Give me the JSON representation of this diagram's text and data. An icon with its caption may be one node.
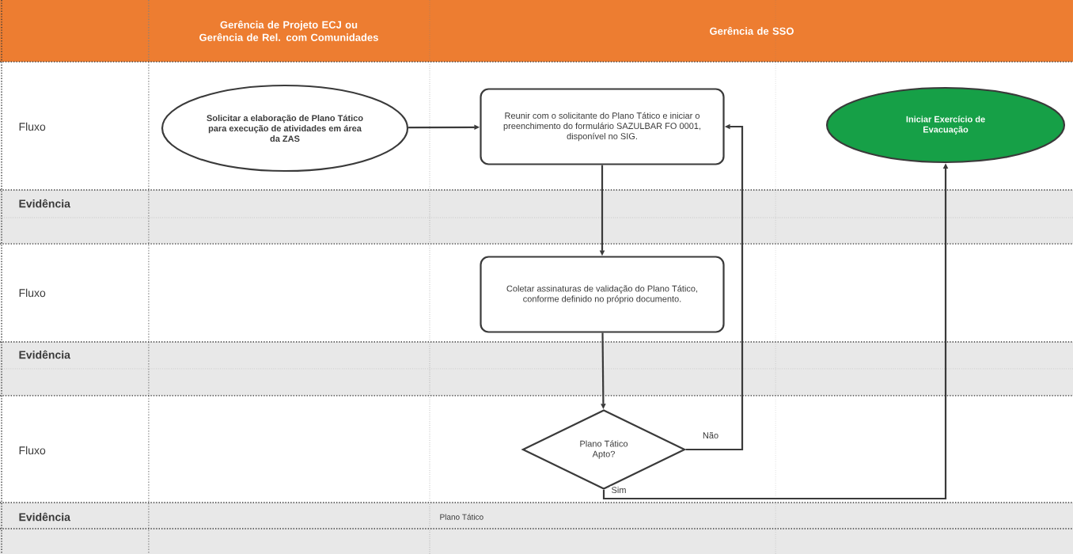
{
  "diagram": {
    "nodes": [
      {
        "text": [
          "Solicitar a elaboração de Plano Tático para execução de atividades em área da ZAS"
        ]
      },
      {
        "text": [
          "Reunir com o solicitante do Plano Tático e iniciar o preenchimento do formulário SAZULBAR FO 0001, disponível no SIG."
        ]
      },
      {
        "text": [
          "Iniciar Exercício de Evacuação"
        ]
      },
      {
        "text": [
          "Coletar assinaturas de validação do Plano Tático, conforme definido no próprio documento."
        ]
      },
      {
        "text": [
          "Plano Tático Apto?"
        ]
      }
    ],
    "edges": [
      {
        "from": 0,
        "to": 1,
        "arrow": "to"
      },
      {
        "from": 1,
        "to": 3,
        "arrow": "to"
      },
      {
        "from": 3,
        "to": 4,
        "arrow": "to"
      },
      {
        "from": 4,
        "to": 1,
        "arrow": "to",
        "label": "Não"
      },
      {
        "from": 4,
        "to": 2,
        "arrow": "to",
        "label": "Sim"
      }
    ],
    "labels": [
      "Gerência de Projeto ECJ ou Gerência de Rel. com Comunidades",
      "Gerência de SSO",
      "Fluxo",
      "Evidência",
      "Fluxo",
      "Evidência",
      "Fluxo",
      "Evidência",
      "Plano Tático"
    ]
  }
}
